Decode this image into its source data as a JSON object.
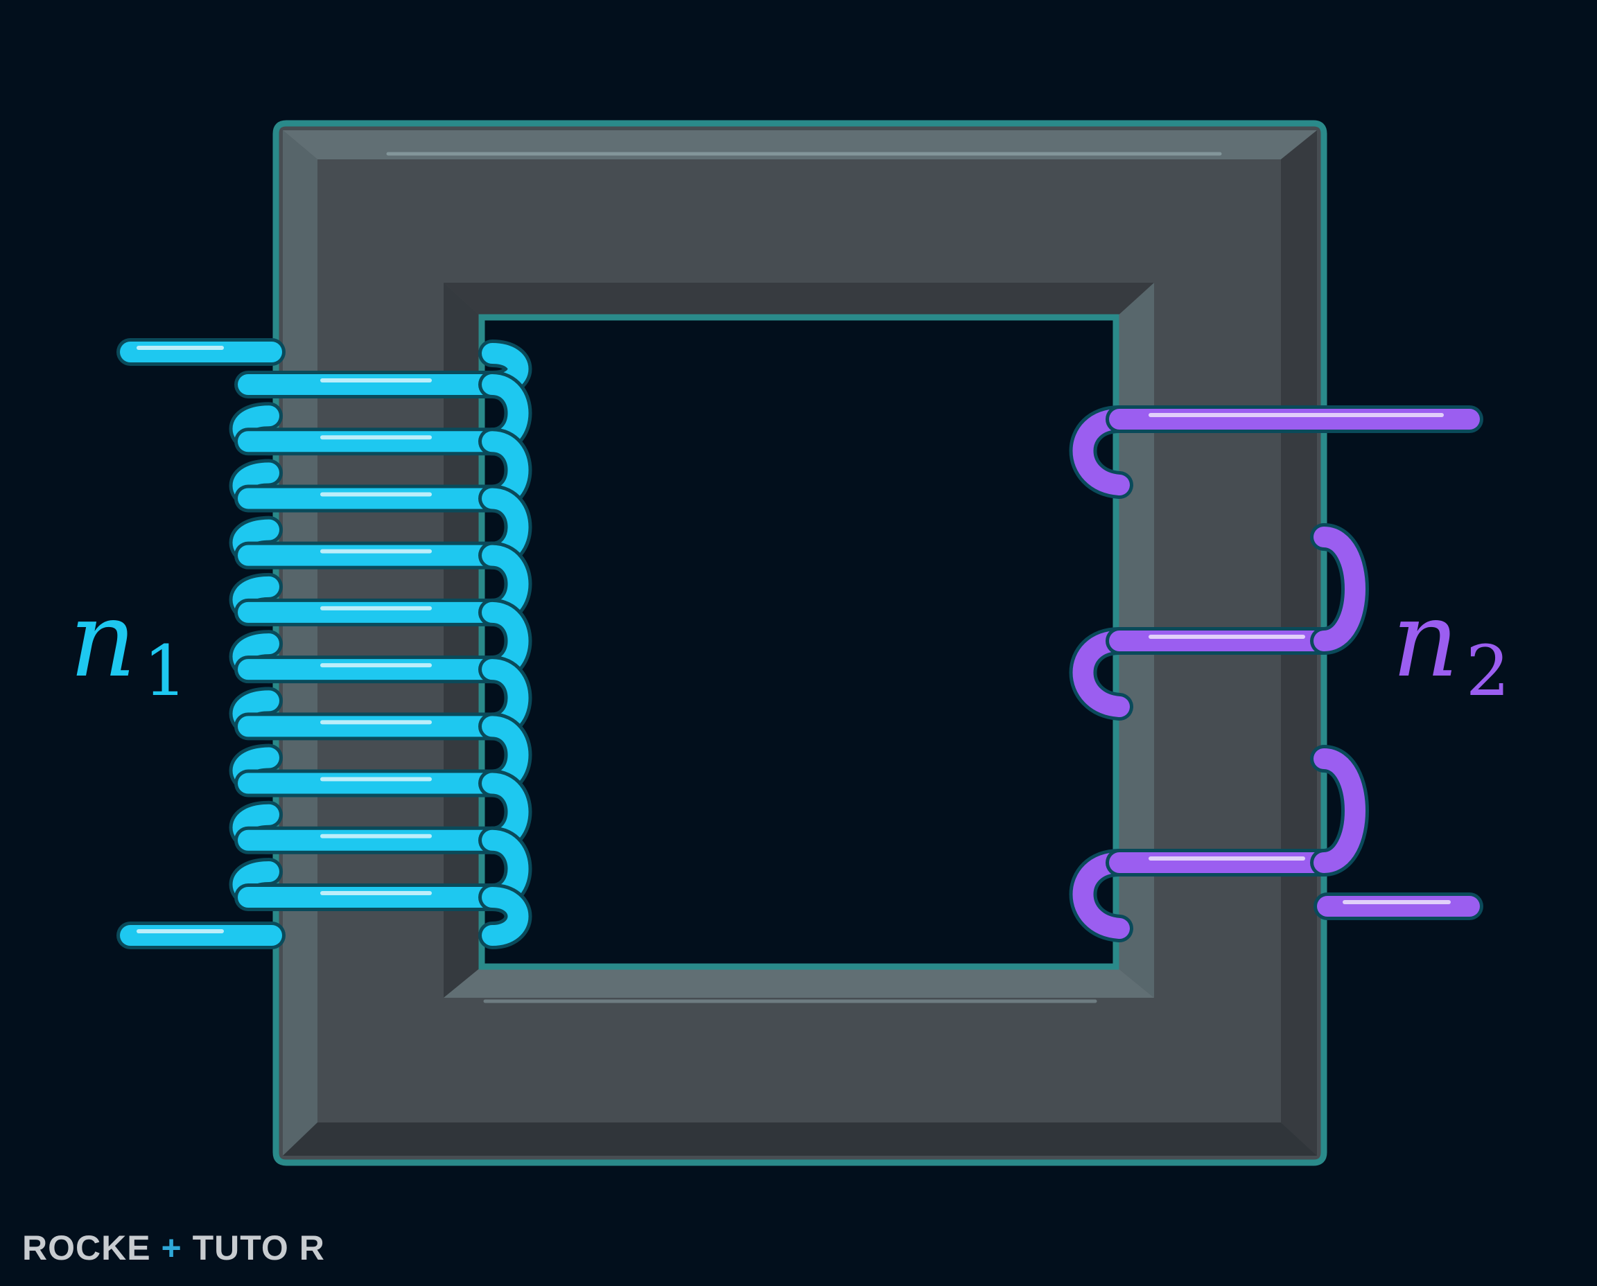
{
  "diagram": {
    "type": "transformer",
    "primary": {
      "symbol": "n",
      "subscript": "1",
      "turns": 10,
      "color": "#1ec8f0"
    },
    "secondary": {
      "symbol": "n",
      "subscript": "2",
      "turns": 3,
      "color": "#9b5ef0"
    },
    "core": {
      "fill": "#474d52",
      "border": "#2a8a8a"
    },
    "background": "#020f1c"
  },
  "logo": {
    "text_before": "ROCKE",
    "text_middle": "TUTO",
    "text_after": "R",
    "color_text": "#c8ccd0",
    "color_accent": "#2fa8d8"
  }
}
